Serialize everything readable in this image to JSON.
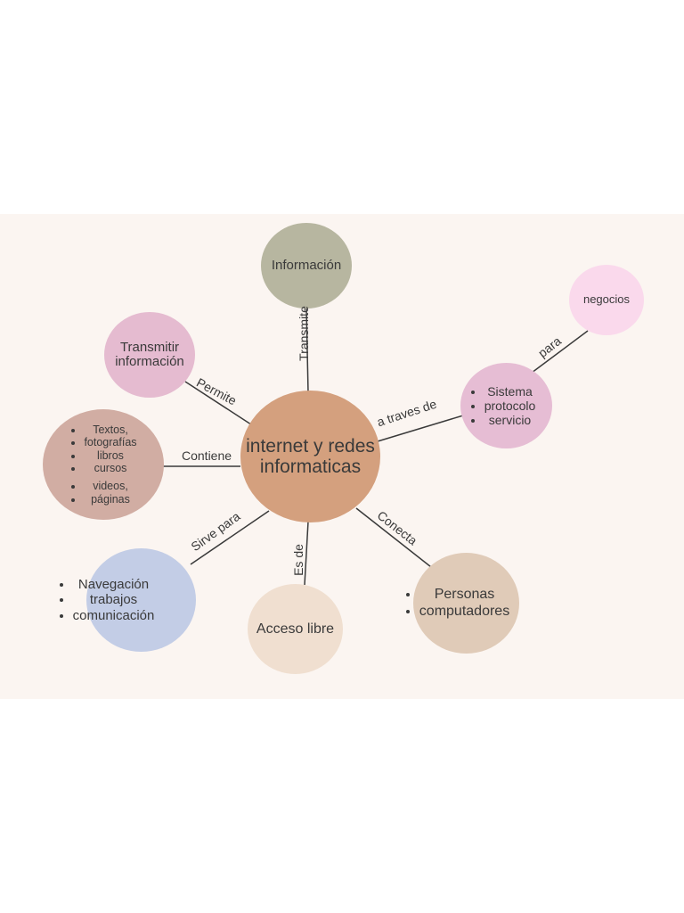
{
  "colors": {
    "background": "#fbf5f1",
    "center": "#d4a07e",
    "informacion": "#b7b6a0",
    "transmitir": "#e5bbd0",
    "contenido": "#d1ada3",
    "navegacion": "#c3cde6",
    "acceso": "#f0dfd0",
    "personas": "#e0cbb8",
    "sistema": "#e6bdd4",
    "negocios": "#fad9ec",
    "line": "#3a3a3a"
  },
  "center": {
    "lines": [
      "internet  y redes",
      "informaticas"
    ]
  },
  "nodes": {
    "informacion": {
      "label": "Información"
    },
    "transmitir": {
      "lines": [
        "Transmitir",
        "información"
      ]
    },
    "contenido": {
      "items": [
        "Textos,",
        "fotografías",
        "libros",
        "cursos",
        "videos,",
        "páginas"
      ]
    },
    "navegacion": {
      "items": [
        "Navegación",
        "trabajos",
        "comunicación"
      ]
    },
    "acceso": {
      "label": "Acceso libre"
    },
    "personas": {
      "items": [
        "Personas",
        "computadores"
      ]
    },
    "sistema": {
      "items": [
        "Sistema",
        "protocolo",
        "servicio"
      ]
    },
    "negocios": {
      "label": "negocios"
    }
  },
  "edges": {
    "transmite": "Transmite",
    "permite": "Permite",
    "contiene": "Contiene",
    "sirve_para": "Sirve para",
    "es_de": "Es de",
    "conecta": "Conecta",
    "a_traves_de": "a traves de",
    "para": "para"
  }
}
